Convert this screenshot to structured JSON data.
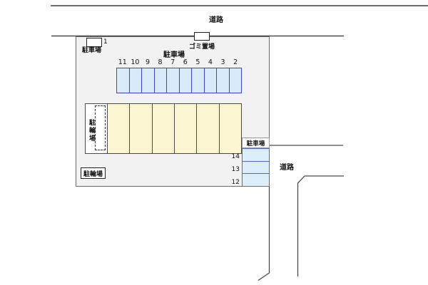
{
  "labels": {
    "road_top": "道路",
    "road_right": "道路",
    "parking_left_small": "駐車場",
    "space1_number": "1",
    "garbage_area": "ゴミ置場",
    "parking_top": "駐車場",
    "parking_right": "駐車場",
    "bicycle_vertical": "駐輪場",
    "bicycle_boxed": "駐輪場"
  },
  "top_row": {
    "numbers": [
      "11",
      "10",
      "9",
      "8",
      "7",
      "6",
      "5",
      "4",
      "3",
      "2"
    ]
  },
  "middle_row": {
    "cell_count": 6
  },
  "right_stack": {
    "numbers": [
      "14",
      "13",
      "12"
    ]
  },
  "colors": {
    "area_fill": "#f2f2f2",
    "area_border": "#6b6b6b",
    "blue_fill": "#d7ebf9",
    "blue_border": "#4343c9",
    "stack_fill": "#ddeefb",
    "stack_border": "#5566cc",
    "yellow_fill": "#fbf6d2",
    "yellow_border": "#4a4a4a",
    "line_color": "#4a4a4a",
    "line_dark": "#383838",
    "text_color": "#111111"
  }
}
